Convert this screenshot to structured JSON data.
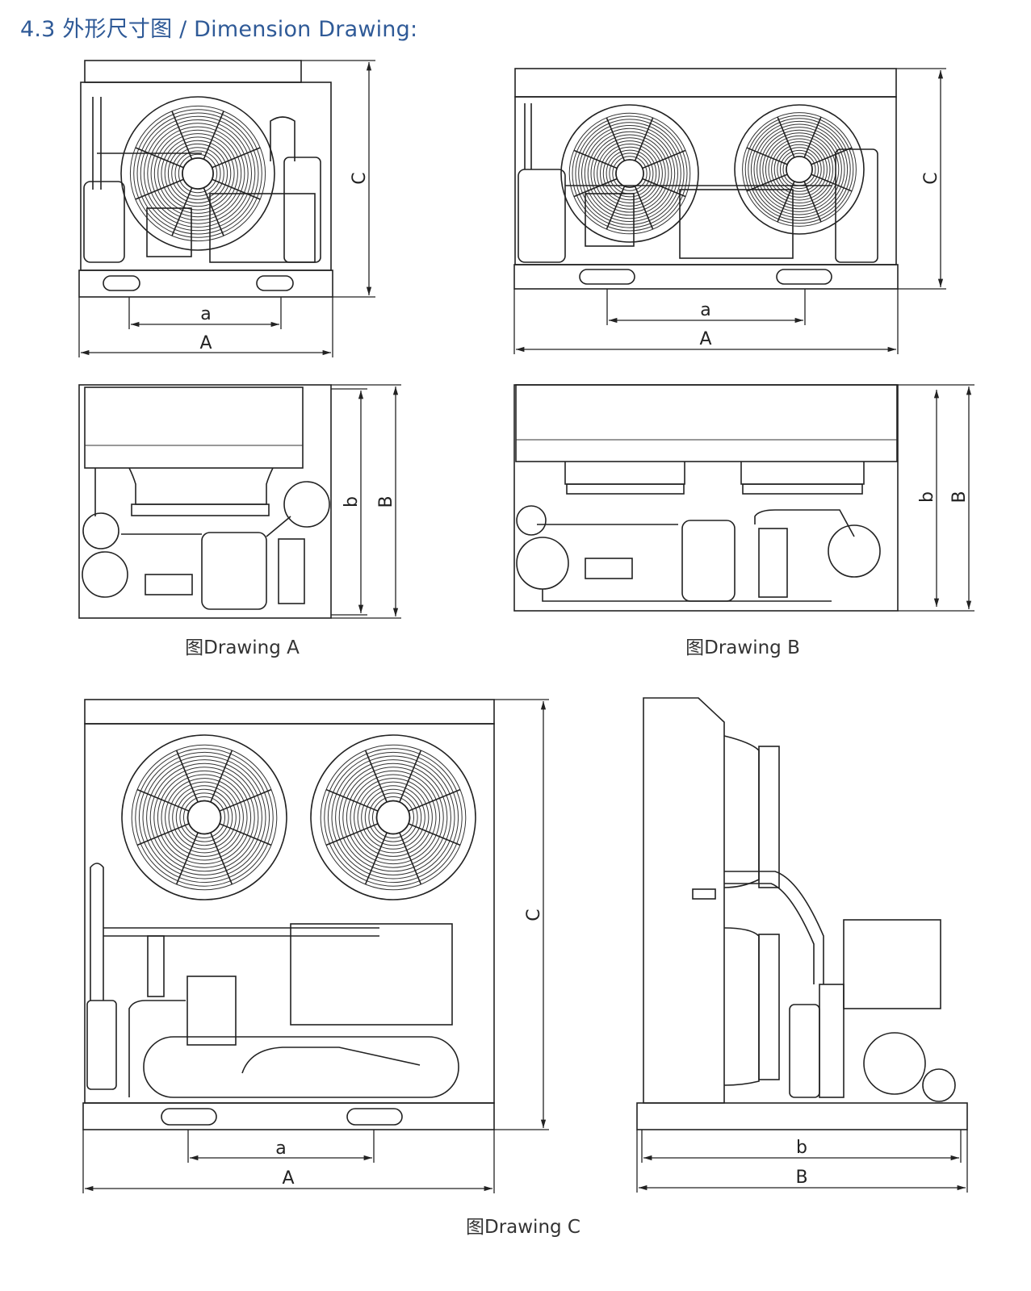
{
  "header": {
    "title": "4.3 外形尺寸图 / Dimension Drawing:"
  },
  "drawings": {
    "a": {
      "caption": "图Drawing  A",
      "dims": {
        "C": "C",
        "a": "a",
        "A": "A",
        "b": "b",
        "B": "B"
      }
    },
    "b": {
      "caption": "图Drawing  B",
      "dims": {
        "C": "C",
        "a": "a",
        "A": "A",
        "b": "b",
        "B": "B"
      }
    },
    "c": {
      "caption": "图Drawing  C",
      "dims": {
        "C": "C",
        "a": "a",
        "A": "A",
        "b": "b",
        "B": "B"
      }
    }
  },
  "colors": {
    "title": "#2f5a97",
    "line": "#222222"
  }
}
